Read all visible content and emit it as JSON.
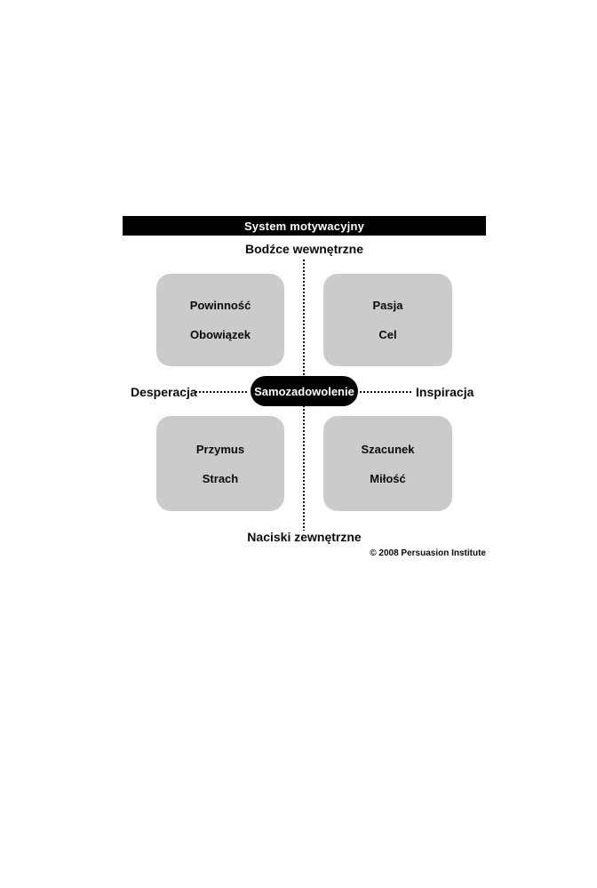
{
  "diagram": {
    "title": "System motywacyjny",
    "axis": {
      "top": "Bodźce wewnętrzne",
      "bottom": "Naciski zewnętrzne",
      "left": "Desperacja",
      "right": "Inspiracja"
    },
    "center": "Samozadowolenie",
    "quadrants": [
      {
        "position": "top-left",
        "lines": [
          "Powinność",
          "Obowiązek"
        ]
      },
      {
        "position": "top-right",
        "lines": [
          "Pasja",
          "Cel"
        ]
      },
      {
        "position": "bottom-left",
        "lines": [
          "Przymus",
          "Strach"
        ]
      },
      {
        "position": "bottom-right",
        "lines": [
          "Szacunek",
          "Miłość"
        ]
      }
    ],
    "copyright": "© 2008 Persuasion Institute",
    "colors": {
      "bar": "#000000",
      "box": "#cbcbcb",
      "pill": "#000000",
      "text": "#0a0a0a",
      "background": "#ffffff"
    }
  }
}
